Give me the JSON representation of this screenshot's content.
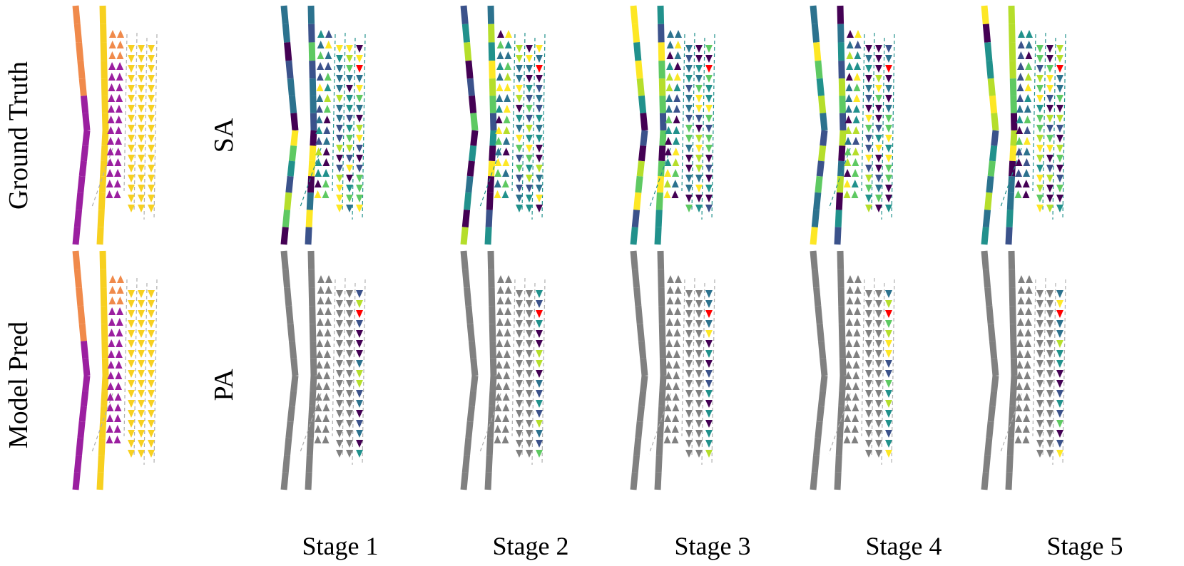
{
  "figure": {
    "row_labels": [
      "Ground Truth",
      "Model Pred"
    ],
    "attention_labels": [
      "SA",
      "PA"
    ],
    "column_labels": [
      "Stage 1",
      "Stage 2",
      "Stage 3",
      "Stage 4",
      "Stage 5"
    ],
    "colors": {
      "orange": "#f08a4b",
      "purple": "#9b1fa0",
      "yellow": "#f7d020",
      "gray": "#808080",
      "light_gray": "#b0b0b0",
      "red": "#ff0000",
      "viridis": [
        "#440154",
        "#3b528b",
        "#21918c",
        "#2c728e",
        "#5ec962",
        "#b5de2b",
        "#fde725"
      ]
    }
  }
}
